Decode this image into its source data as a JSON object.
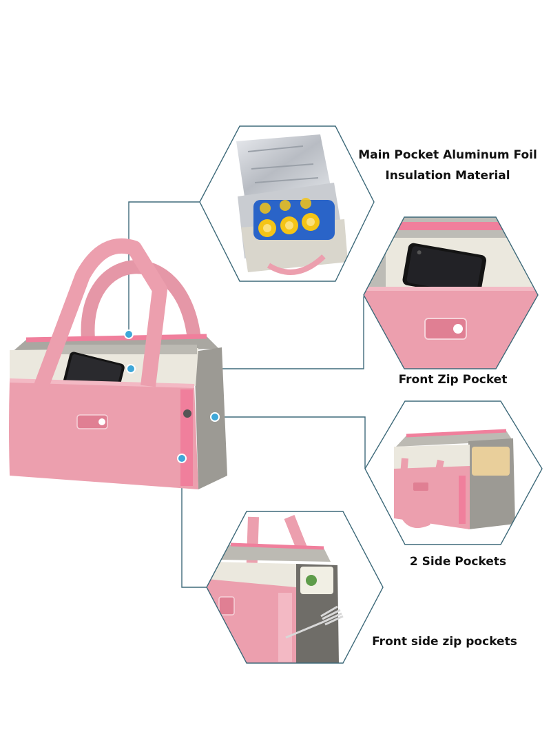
{
  "captions": {
    "main_pocket_line1": "Main Pocket Aluminum Foil",
    "main_pocket_line2": "Insulation Material",
    "front_zip_pocket": "Front Zip Pocket",
    "side_pockets": "2 Side Pockets",
    "front_side_zip_pockets": "Front side zip pockets"
  },
  "colors": {
    "bag_pink": "#ec9fae",
    "bag_pink_light": "#f3b9c4",
    "bag_gray": "#9c9a94",
    "bag_cream": "#ebe8de",
    "zipper_pink": "#f07f9c",
    "foil_silver": "#c9ccd1",
    "bottle_blue": "#2a64c8",
    "bottle_cap_yellow": "#f4c417",
    "hexagon_stroke": "#3e6a7a",
    "connector_stroke": "#3e6a7a",
    "marker_dot": "#3ea7d8",
    "phone_black": "#141414"
  }
}
